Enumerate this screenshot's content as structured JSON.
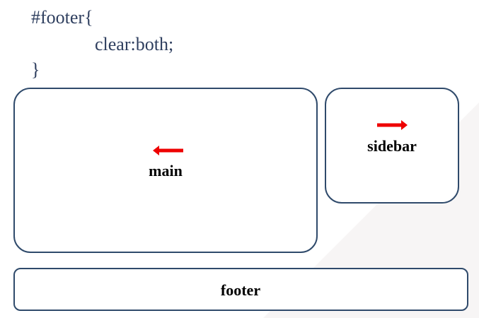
{
  "code": {
    "line1": "#footer{",
    "line2": "clear:both;",
    "line3": "}"
  },
  "boxes": {
    "main_label": "main",
    "sidebar_label": "sidebar",
    "footer_label": "footer"
  },
  "arrows": {
    "main_direction": "left",
    "sidebar_direction": "right"
  },
  "colors": {
    "code_text": "#2f3f5f",
    "box_border": "#2f4a6b",
    "arrow": "#ee0000",
    "background_shape": "#f7f5f5"
  },
  "icons": {
    "main_arrow": "left-arrow-icon",
    "sidebar_arrow": "right-arrow-icon"
  }
}
